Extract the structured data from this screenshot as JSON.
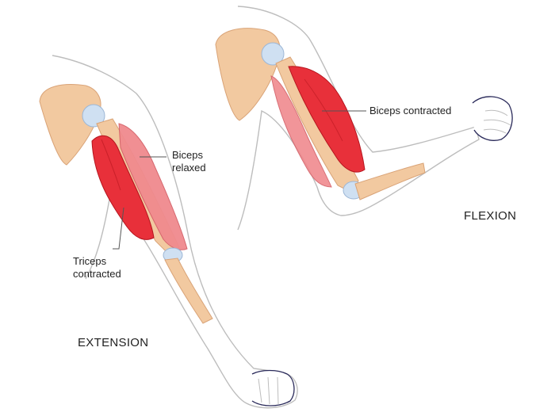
{
  "labels": {
    "biceps_relaxed": [
      "Biceps",
      "relaxed"
    ],
    "triceps_contracted": [
      "Triceps",
      "contracted"
    ],
    "biceps_contracted": "Biceps contracted",
    "flexion": "FLEXION",
    "extension": "EXTENSION"
  },
  "colors": {
    "bone": "#f2c9a0",
    "bone_shade": "#e8b183",
    "joint": "#cfe0f2",
    "muscle": "#e8303a",
    "muscle_dark": "#b5151e",
    "muscle_relaxed": "#f08a8e",
    "outline": "#b8b8b8"
  }
}
